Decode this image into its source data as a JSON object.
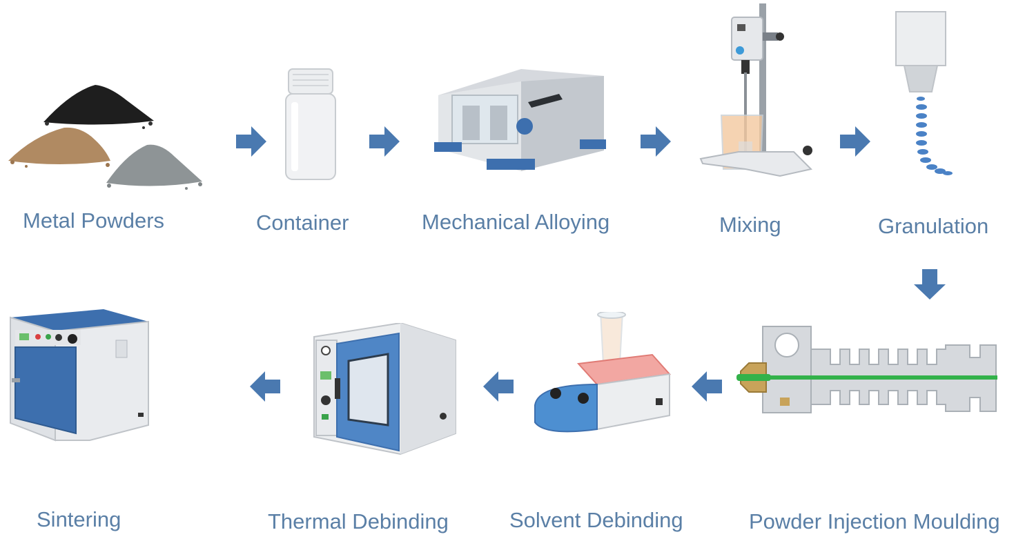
{
  "colors": {
    "label": "#5a7fa6",
    "arrow": "#4a79b0",
    "equipment_blue": "#3d6fae",
    "equipment_grey": "#d8dbe0",
    "green_feed": "#33b24a"
  },
  "steps": [
    {
      "label": "Metal Powders",
      "icon": "powder-piles-icon"
    },
    {
      "label": "Container",
      "icon": "bottle-icon"
    },
    {
      "label": "Mechanical Alloying",
      "icon": "ball-mill-icon"
    },
    {
      "label": "Mixing",
      "icon": "overhead-stirrer-icon"
    },
    {
      "label": "Granulation",
      "icon": "granulator-nozzle-icon"
    },
    {
      "label": "Powder Injection Moulding",
      "icon": "injection-moulding-machine-icon"
    },
    {
      "label": "Solvent Debinding",
      "icon": "hotplate-stirrer-icon"
    },
    {
      "label": "Thermal Debinding",
      "icon": "vacuum-oven-icon"
    },
    {
      "label": "Sintering",
      "icon": "sintering-furnace-icon"
    }
  ]
}
